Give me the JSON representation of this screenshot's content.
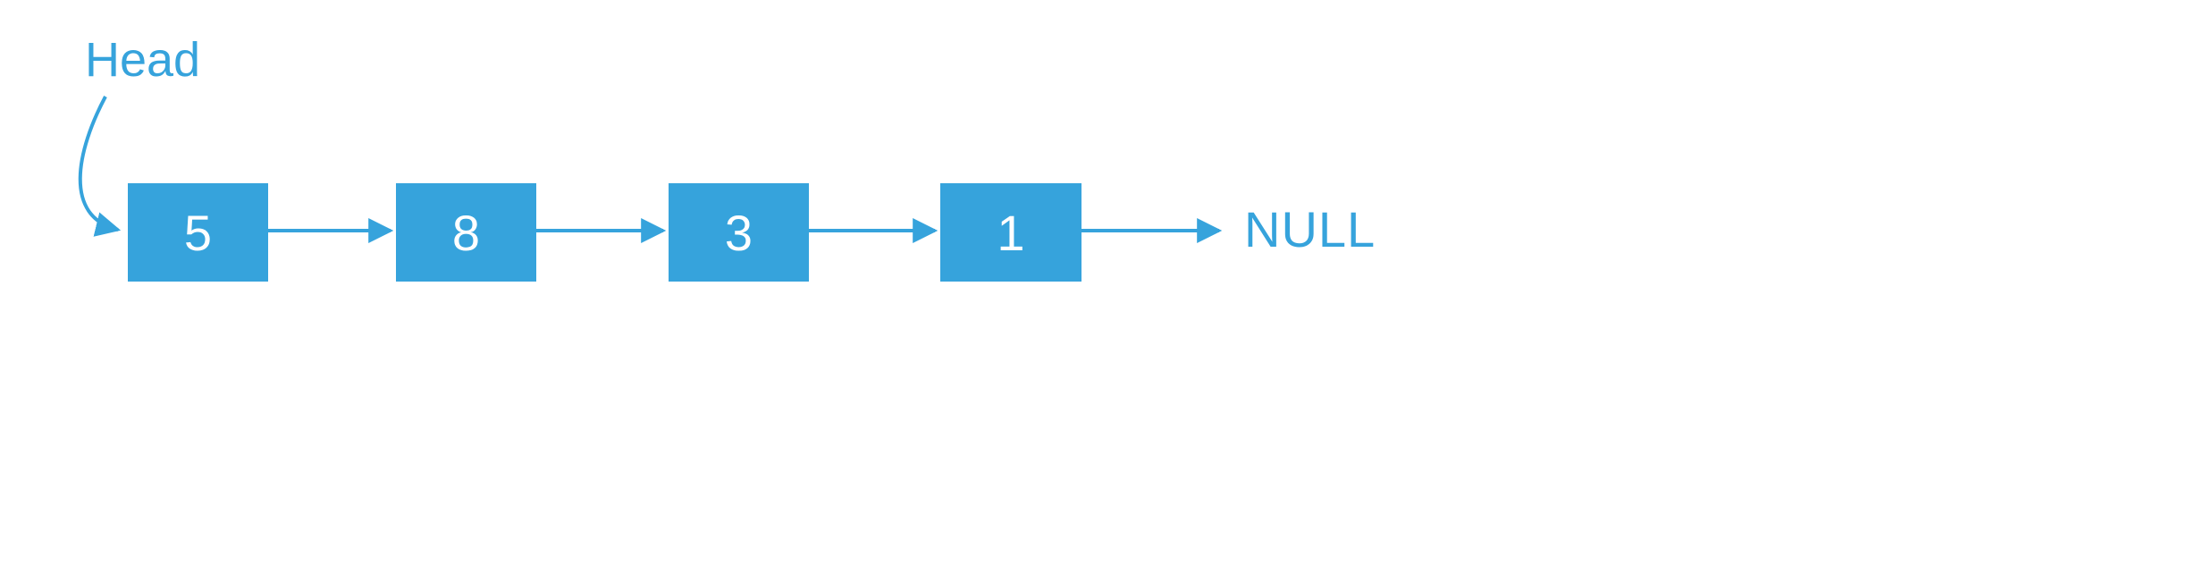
{
  "diagram": {
    "type": "singly-linked-list",
    "head_label": "Head",
    "nodes": [
      "5",
      "8",
      "3",
      "1"
    ],
    "terminator": "NULL",
    "accent_color": "#36a3dc",
    "node_text_color": "#ffffff",
    "background_color": "#ffffff"
  }
}
